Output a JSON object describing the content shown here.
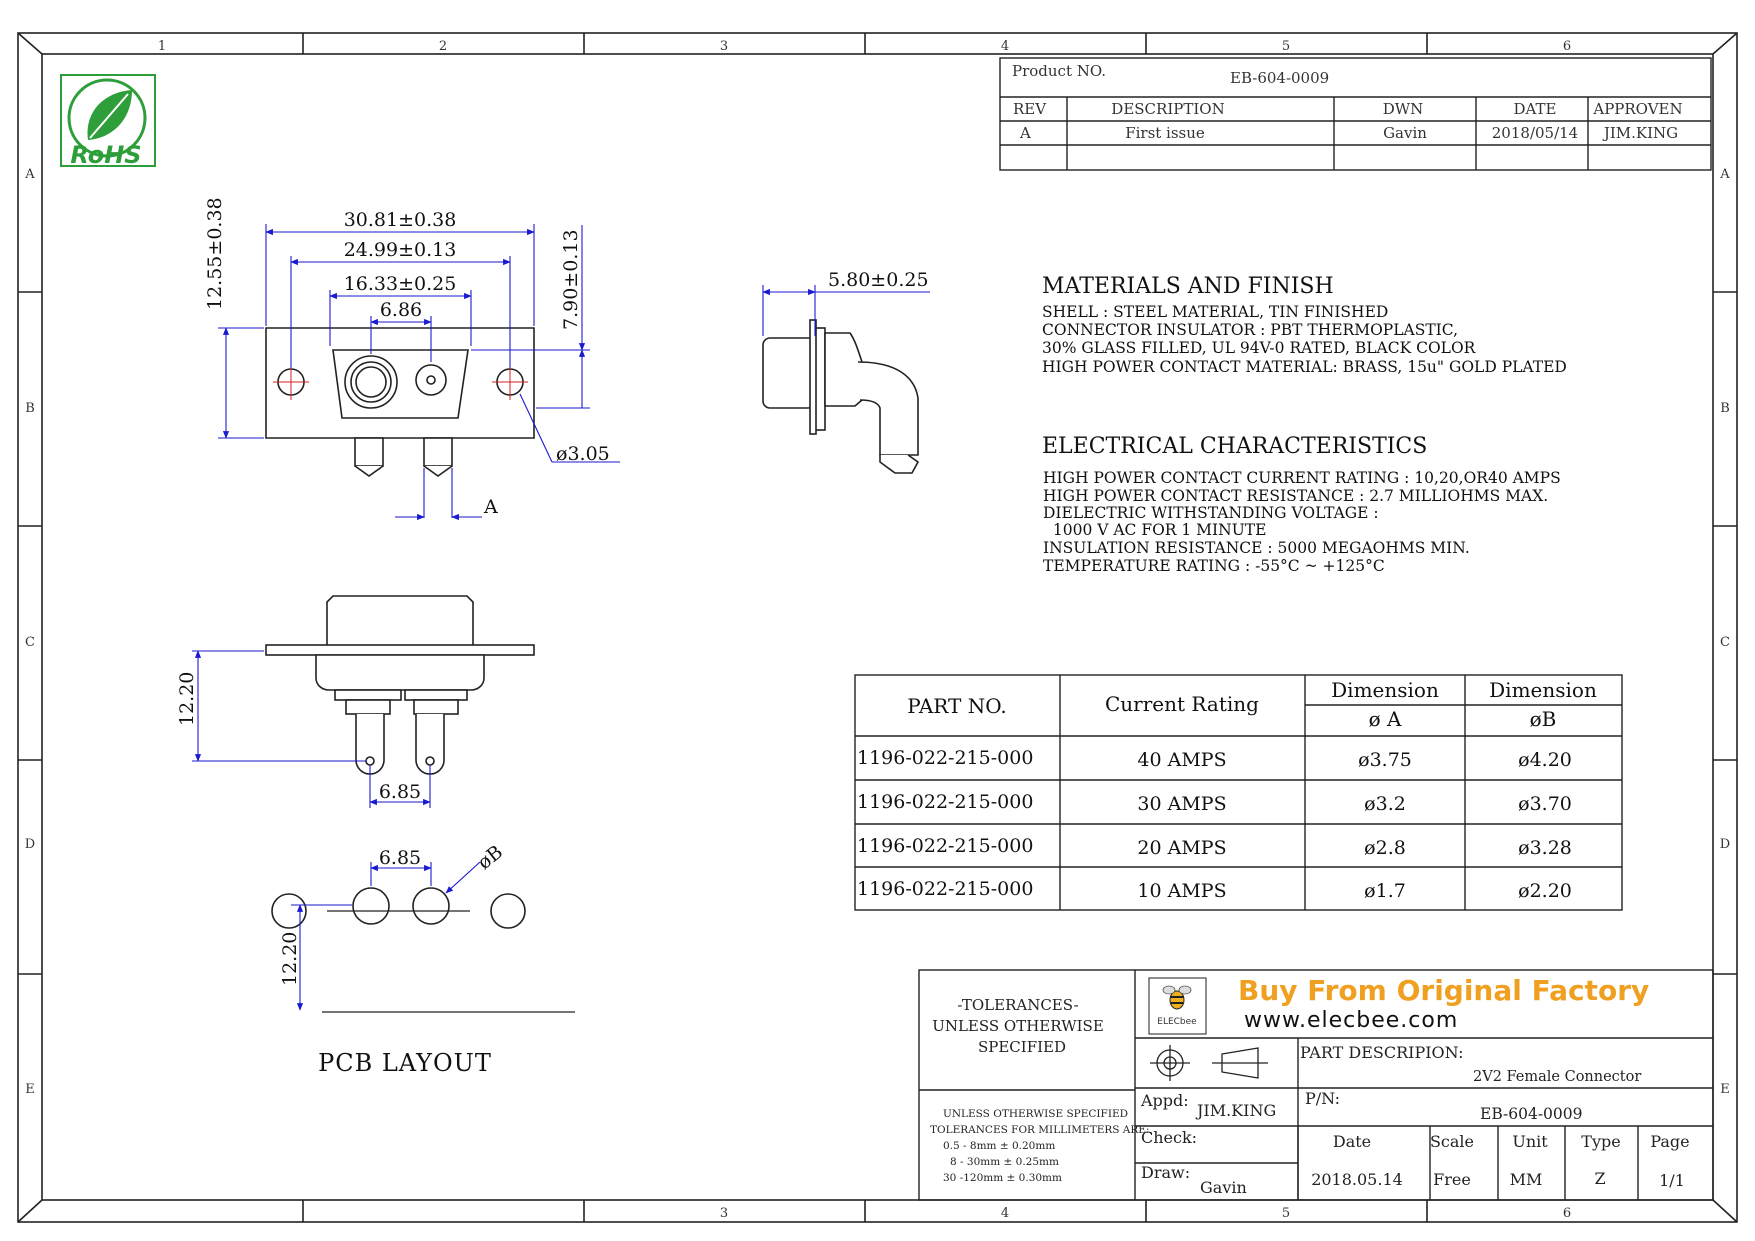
{
  "frame": {
    "zone_cols_top": [
      "1",
      "2",
      "3",
      "4",
      "5",
      "6"
    ],
    "zone_cols_bottom": [
      "3",
      "4",
      "5",
      "6"
    ],
    "zone_rows": [
      "A",
      "B",
      "C",
      "D",
      "E"
    ]
  },
  "logo": {
    "text": "RoHS"
  },
  "title_block": {
    "product_no_label": "Product NO.",
    "product_no": "EB-604-0009",
    "headers": {
      "rev": "REV",
      "description": "DESCRIPTION",
      "dwn": "DWN",
      "date": "DATE",
      "approven": "APPROVEN"
    },
    "row": {
      "rev": "A",
      "description": "First issue",
      "dwn": "Gavin",
      "date": "2018/05/14",
      "approven": "JIM.KING"
    }
  },
  "front_view": {
    "dim_overall_width": "30.81±0.38",
    "dim_mount_spacing": "24.99±0.13",
    "dim_shell_width": "16.33±0.25",
    "dim_pin_spacing": "6.86",
    "dim_height": "12.55±0.38",
    "dim_shell_height": "7.90±0.13",
    "dim_hole": "ø3.05",
    "label_a": "A"
  },
  "side_view": {
    "dim_depth": "5.80±0.25"
  },
  "bottom_view": {
    "dim_height": "12.20",
    "dim_pin_spacing": "6.85"
  },
  "pcb_layout": {
    "dim_spacing": "6.85",
    "label_b": "øB",
    "dim_height": "12.20",
    "title": "PCB LAYOUT"
  },
  "materials": {
    "heading": "MATERIALS AND FINISH",
    "lines": [
      "SHELL : STEEL MATERIAL, TIN FINISHED",
      "CONNECTOR INSULATOR : PBT THERMOPLASTIC,",
      "30% GLASS FILLED, UL 94V-0 RATED, BLACK COLOR",
      "HIGH POWER CONTACT MATERIAL: BRASS, 15u\" GOLD PLATED"
    ]
  },
  "electrical": {
    "heading": "ELECTRICAL CHARACTERISTICS",
    "lines": [
      "HIGH POWER CONTACT CURRENT RATING :  10,20,OR40 AMPS",
      "HIGH POWER CONTACT RESISTANCE : 2.7 MILLIOHMS MAX.",
      "DIELECTRIC WITHSTANDING VOLTAGE :",
      "  1000 V AC FOR 1 MINUTE",
      "INSULATION RESISTANCE : 5000 MEGAOHMS MIN.",
      "TEMPERATURE RATING : -55°C ~  +125°C"
    ]
  },
  "spec_table": {
    "headers": {
      "part_no": "PART NO.",
      "current": "Current Rating",
      "dim_a": "Dimension",
      "dim_a_sub": "ø A",
      "dim_b": "Dimension",
      "dim_b_sub": "øB"
    },
    "rows": [
      {
        "part": "1196-022-215-000",
        "current": "40 AMPS",
        "a": "ø3.75",
        "b": "ø4.20"
      },
      {
        "part": "1196-022-215-000",
        "current": "30 AMPS",
        "a": "ø3.2",
        "b": "ø3.70"
      },
      {
        "part": "1196-022-215-000",
        "current": "20 AMPS",
        "a": "ø2.8",
        "b": "ø3.28"
      },
      {
        "part": "1196-022-215-000",
        "current": "10 AMPS",
        "a": "ø1.7",
        "b": "ø2.20"
      }
    ]
  },
  "footer": {
    "tolerances": [
      "-TOLERANCES-",
      "UNLESS OTHERWISE",
      "SPECIFIED"
    ],
    "tolerance_notes": [
      "UNLESS OTHERWISE SPECIFIED",
      "TOLERANCES FOR MILLIMETERS ARE:",
      "0.5 - 8mm ± 0.20mm",
      "8 - 30mm ± 0.25mm",
      "30 -120mm ± 0.30mm"
    ],
    "brand_small": "ELECbee",
    "banner": "Buy From Original Factory",
    "website": "www.elecbee.com",
    "part_desc_label": "PART DESCRIPION:",
    "part_desc": "2V2 Female Connector",
    "appd_label": "Appd:",
    "appd": "JIM.KING",
    "pn_label": "P/N:",
    "pn": "EB-604-0009",
    "check_label": "Check:",
    "draw_label": "Draw:",
    "draw": "Gavin",
    "col_headers": [
      "Date",
      "Scale",
      "Unit",
      "Type",
      "Page"
    ],
    "col_values": [
      "2018.05.14",
      "Free",
      "MM",
      "Z",
      "1/1"
    ]
  },
  "colors": {
    "line": "#222222",
    "dim": "#1a1ad0",
    "center": "#d42020",
    "logo_green": "#2e9e3a",
    "banner_orange": "#f0a020"
  }
}
